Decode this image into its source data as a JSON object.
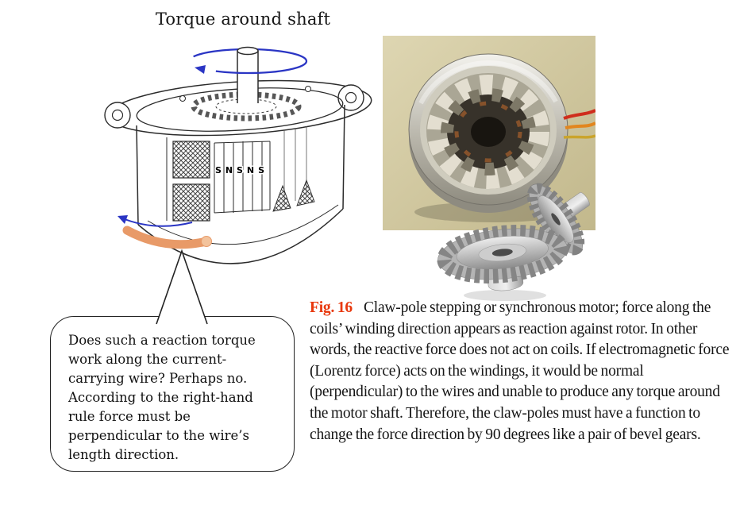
{
  "figure": {
    "motor_diagram": {
      "title": "Torque around shaft",
      "pole_labels": "S N S N S"
    },
    "speech_bubble": {
      "text": "Does such a reaction torque work along the current-carrying wire? Perhaps no. According to the right-hand rule force must be perpendicular to the wire’s length direction."
    },
    "caption": {
      "label": "Fig. 16",
      "text": "Claw-pole stepping or synchronous motor; force along the coils’ winding direction appears as reaction against rotor. In other words, the reactive force does not act on coils. If electromagnetic force (Lorentz force) acts on the windings, it would be normal (perpendicular) to the wires and unable to produce any torque around the motor shaft. Therefore, the claw-poles must have a function to change the force direction by 90 degrees like a pair of bevel gears."
    },
    "colors": {
      "caption_label": "#e8380d",
      "rotation_arrow_blue": "#2a35c4",
      "wire_orange": "#e89a68",
      "stator_photo_background": "#d3c9a0"
    }
  }
}
